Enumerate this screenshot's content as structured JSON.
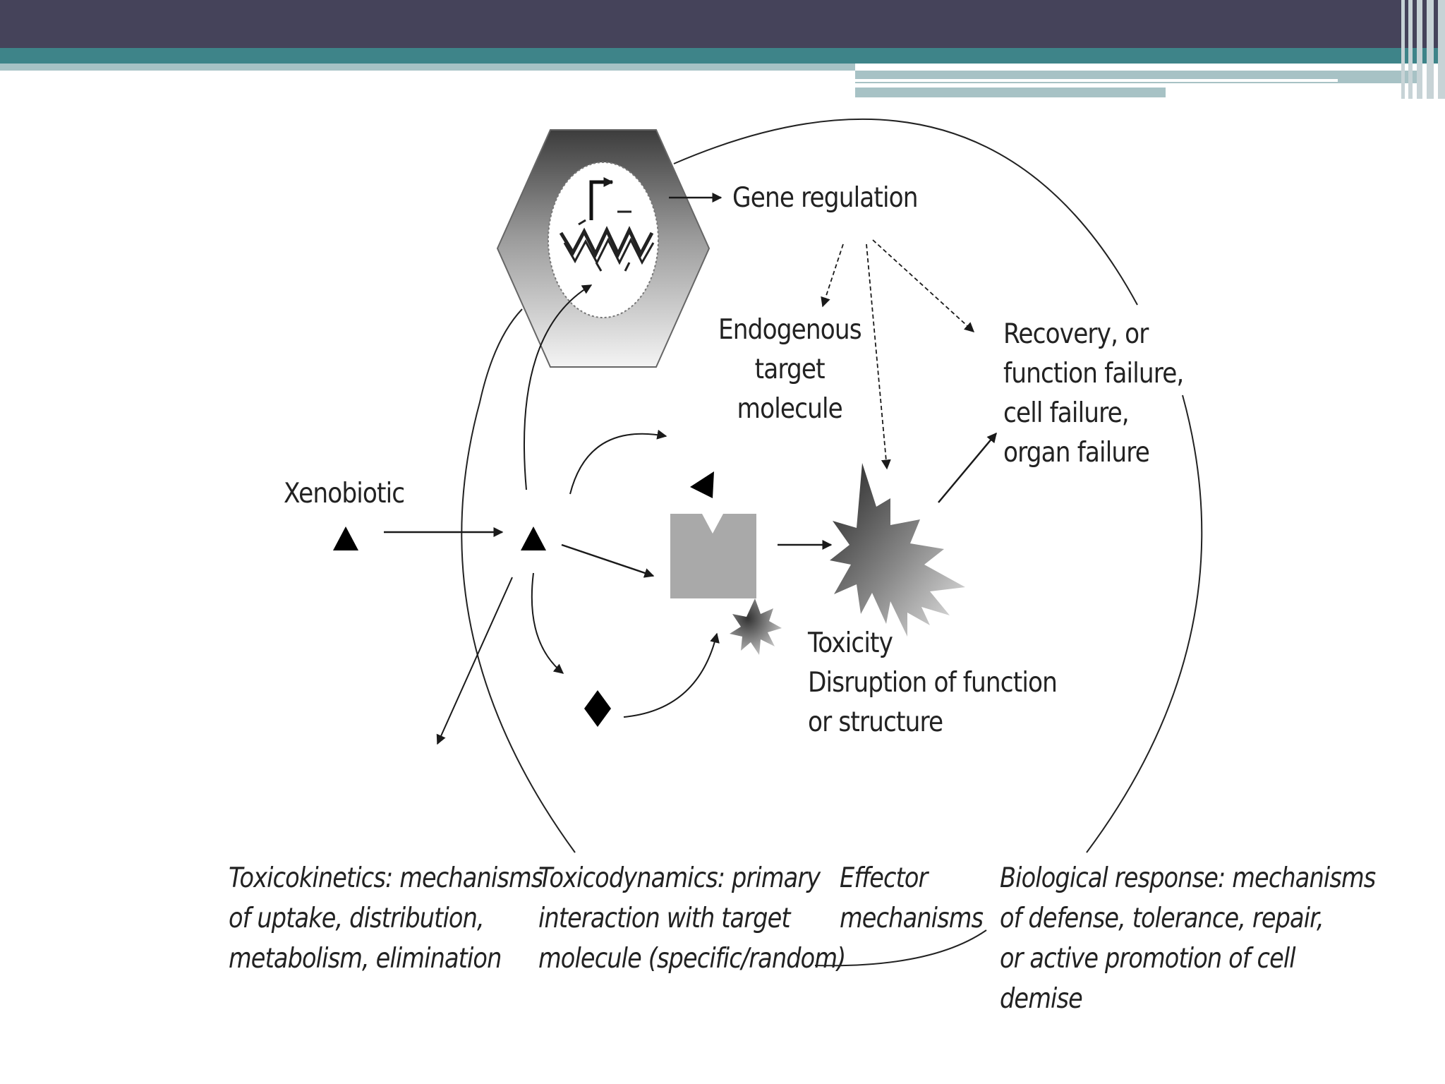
{
  "colors": {
    "header_dark": "#45435a",
    "header_teal": "#3e8489",
    "header_light": "#a7c2c5",
    "ink": "#1a1a1a",
    "target_gray": "#a9a9a9"
  },
  "icons": [
    "hexagon-cell-icon",
    "nucleus-icon",
    "dna-helix-icon",
    "transcription-start-arrow-icon",
    "triangle-icon",
    "diamond-icon",
    "notched-block-icon",
    "starburst-icon"
  ],
  "labels": {
    "gene_regulation": "Gene regulation",
    "endogenous_target": "Endogenous\ntarget molecule",
    "recovery": "Recovery, or\nfunction failure,\ncell failure,\norgan failure",
    "xenobiotic": "Xenobiotic",
    "toxicity": "Toxicity\nDisruption of function\nor structure"
  },
  "captions": {
    "toxicokinetics": "Toxicokinetics: mechanisms\nof uptake, distribution,\nmetabolism, elimination",
    "toxicodynamics": "Toxicodynamics: primary\ninteraction with target\nmolecule (specific/random)",
    "effector": "Effector\nmechanisms",
    "biological_response": "Biological response: mechanisms\nof defense, tolerance, repair,\nor active promotion of cell demise"
  }
}
